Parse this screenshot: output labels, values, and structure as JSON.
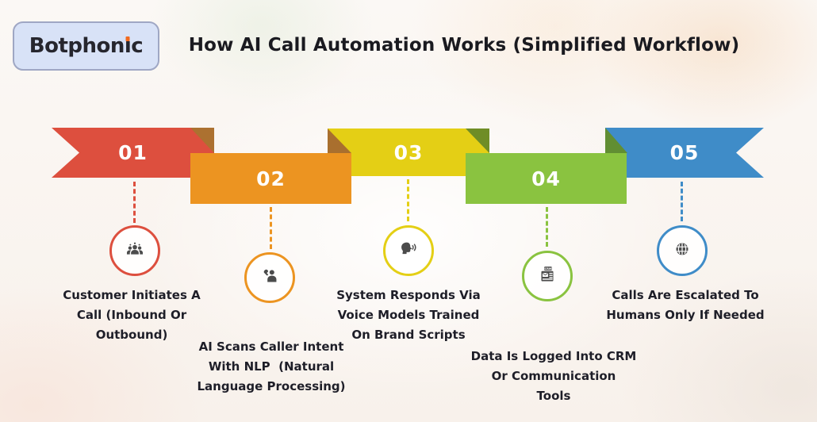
{
  "header": {
    "logo": {
      "text": "Botphonic",
      "pre": "Botphon",
      "i_char": "ı",
      "post": "c"
    },
    "title": "How AI Call Automation Works (Simplified Workflow)"
  },
  "colors": {
    "background": "#F9F3EE",
    "logo_bg": "#D8E2F7",
    "logo_border": "#9FA7C4",
    "logo_dot": "#F26A1F",
    "title_text": "#1A1A20",
    "caption_text": "#1E1E28",
    "icon_glyph": "#4B4B4B",
    "ribbon_number_text": "#FFFFFF"
  },
  "folds": {
    "f1_color": "#AC7130",
    "f2_color": "#A96F2E",
    "f3_color": "#6F8D26",
    "f4_color": "#618E33"
  },
  "steps": [
    {
      "number": "01",
      "color": "#DD4F3E",
      "icon": "users-group-icon",
      "label": "Customer Initiates A Call (Inbound Or Outbound)",
      "lines": [
        "Customer Initiates A",
        "Call (Inbound Or",
        "Outbound)"
      ]
    },
    {
      "number": "02",
      "color": "#EC9421",
      "icon": "caller-person-icon",
      "label": "AI Scans Caller Intent With NLP  (Natural Language Processing)",
      "lines": [
        "AI Scans Caller Intent",
        "With NLP  (Natural",
        "Language Processing)"
      ]
    },
    {
      "number": "03",
      "color": "#E4CF15",
      "icon": "speaking-head-icon",
      "label": "System Responds Via Voice Models Trained On Brand Scripts",
      "lines": [
        "System Responds Via",
        "Voice Models Trained",
        "On Brand Scripts"
      ]
    },
    {
      "number": "04",
      "color": "#8AC340",
      "icon": "crm-log-icon",
      "label": "Data Is Logged Into CRM Or Communication Tools",
      "lines": [
        "Data Is Logged Into CRM",
        "Or Communication",
        "Tools"
      ]
    },
    {
      "number": "05",
      "color": "#3F8CC8",
      "icon": "globe-icon",
      "label": "Calls Are Escalated To Humans Only If Needed",
      "lines": [
        "Calls Are Escalated To",
        "Humans Only If Needed"
      ]
    }
  ]
}
